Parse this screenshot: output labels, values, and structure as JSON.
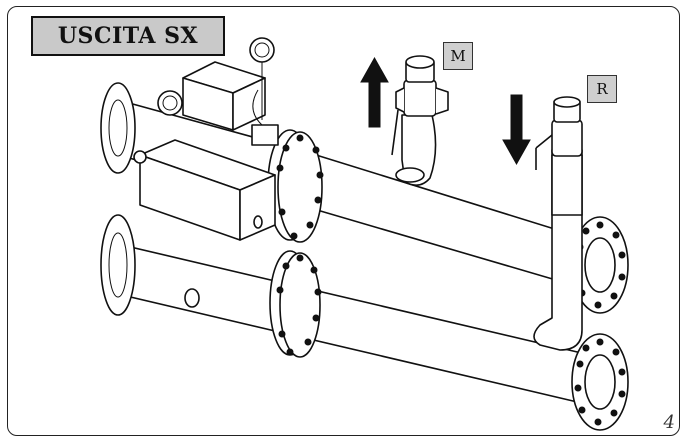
{
  "title": "USCITA SX",
  "labels": {
    "outlet": "M",
    "return": "R"
  },
  "page_number": "4",
  "icons": {
    "up_arrow": "flow-up-arrow",
    "down_arrow": "flow-down-arrow"
  }
}
